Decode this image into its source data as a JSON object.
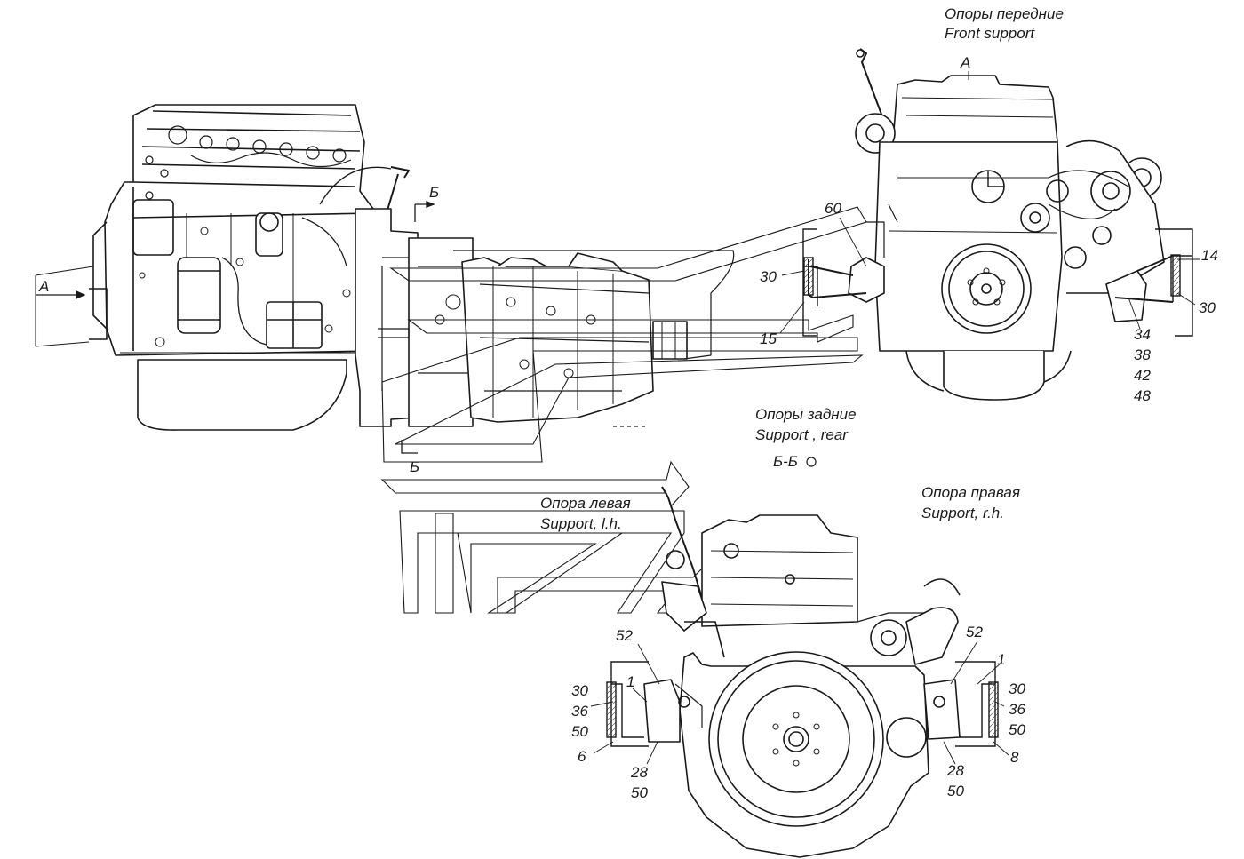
{
  "titles": {
    "front_ru": "Опоры передние",
    "front_en": "Front support",
    "rear_ru": "Опоры задние",
    "rear_en": "Support , rear",
    "left_ru": "Опора левая",
    "left_en": "Support, l.h.",
    "right_ru": "Опора правая",
    "right_en": "Support, r.h."
  },
  "views": {
    "arrow_a_side": "A",
    "arrow_a_front": "A",
    "section_top": "Б",
    "section_bottom": "Б",
    "section_view": "Б-Б"
  },
  "front_callouts": {
    "c60": "60",
    "c30_left": "30",
    "c15": "15",
    "c14": "14",
    "c30_right": "30",
    "right_stack": [
      "34",
      "38",
      "42",
      "48"
    ]
  },
  "rear_callouts": {
    "left_52": "52",
    "left_1": "1",
    "left_stack": [
      "30",
      "36",
      "50"
    ],
    "left_6": "6",
    "left_bottom": [
      "28",
      "50"
    ],
    "right_52": "52",
    "right_1": "1",
    "right_stack": [
      "30",
      "36",
      "50"
    ],
    "right_8": "8",
    "right_bottom": [
      "28",
      "50"
    ]
  }
}
